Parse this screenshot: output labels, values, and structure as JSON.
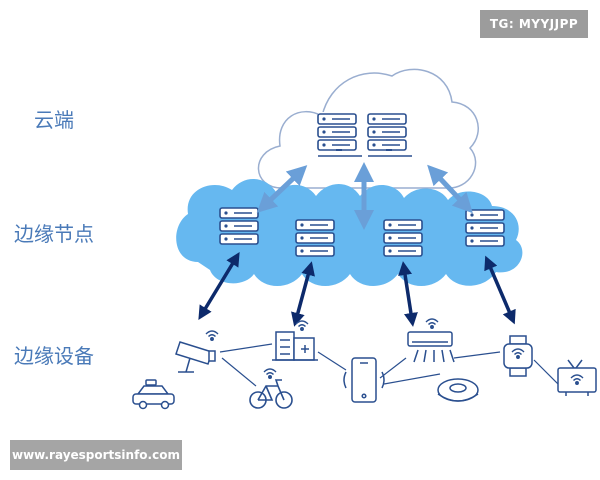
{
  "layers": {
    "cloud_label": "云端",
    "edge_label": "边缘节点",
    "device_label": "边缘设备"
  },
  "watermarks": {
    "tg": "TG: MYYJJPP",
    "url": "www.rayesportsinfo.com"
  },
  "colors": {
    "label": "#4a7ab8",
    "icon_stroke": "#2a4f8f",
    "edge_cloud_fill": "#66b8f0",
    "cloud_outline": "#9aaed0",
    "link_arrow": "#0d2a6b",
    "uplink_arrow": "#6a9fd8"
  },
  "icons": [
    "server-rack-icon",
    "taxi-icon",
    "surveillance-camera-icon",
    "hospital-icon",
    "bicycle-icon",
    "smartphone-icon",
    "air-conditioner-icon",
    "robot-vacuum-icon",
    "smartwatch-icon",
    "smart-tv-icon"
  ]
}
